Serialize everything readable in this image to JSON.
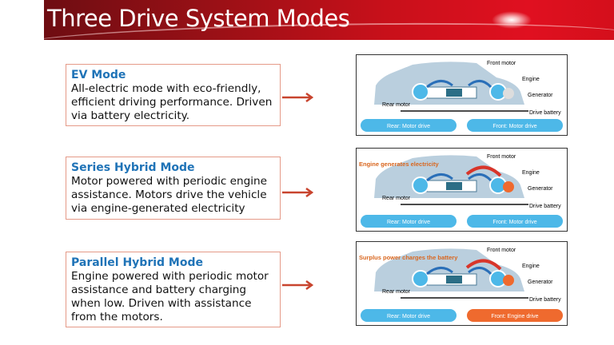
{
  "title": "Three Drive System Modes",
  "modes": [
    {
      "heading": "EV Mode",
      "description": "All-electric mode with eco-friendly, efficient driving performance. Driven via battery electricity.",
      "diagram": {
        "caption": "",
        "labels": {
          "front_motor": "Front motor",
          "engine": "Engine",
          "generator": "Generator",
          "rear_motor": "Rear motor",
          "drive_battery": "Drive battery"
        },
        "rear_pill": "Rear: Motor drive",
        "front_pill": "Front: Motor drive",
        "front_pill_color": "#4db8e8",
        "engine_active": false
      }
    },
    {
      "heading": "Series Hybrid Mode",
      "description": "Motor powered with periodic engine assistance. Motors drive the vehicle via engine-generated electricity",
      "diagram": {
        "caption": "Engine generates electricity",
        "labels": {
          "front_motor": "Front motor",
          "engine": "Engine",
          "generator": "Generator",
          "rear_motor": "Rear motor",
          "drive_battery": "Drive battery"
        },
        "rear_pill": "Rear: Motor drive",
        "front_pill": "Front: Motor drive",
        "front_pill_color": "#4db8e8",
        "engine_active": true
      }
    },
    {
      "heading": "Parallel Hybrid Mode",
      "description": "Engine powered with periodic motor assistance and battery charging when low. Driven with assistance from the motors.",
      "diagram": {
        "caption": "Surplus power charges the battery",
        "labels": {
          "front_motor": "Front motor",
          "engine": "Engine",
          "generator": "Generator",
          "rear_motor": "Rear motor",
          "drive_battery": "Drive battery"
        },
        "rear_pill": "Rear: Motor drive",
        "front_pill": "Front: Engine drive",
        "front_pill_color": "#ef6a2e",
        "engine_active": true
      }
    }
  ],
  "colors": {
    "heading": "#1f73b7",
    "box_border": "#e59a88",
    "arrow": "#c8442e",
    "car": "#a9c3d6",
    "motor": "#4db8e8",
    "engine": "#ef6a2e"
  }
}
